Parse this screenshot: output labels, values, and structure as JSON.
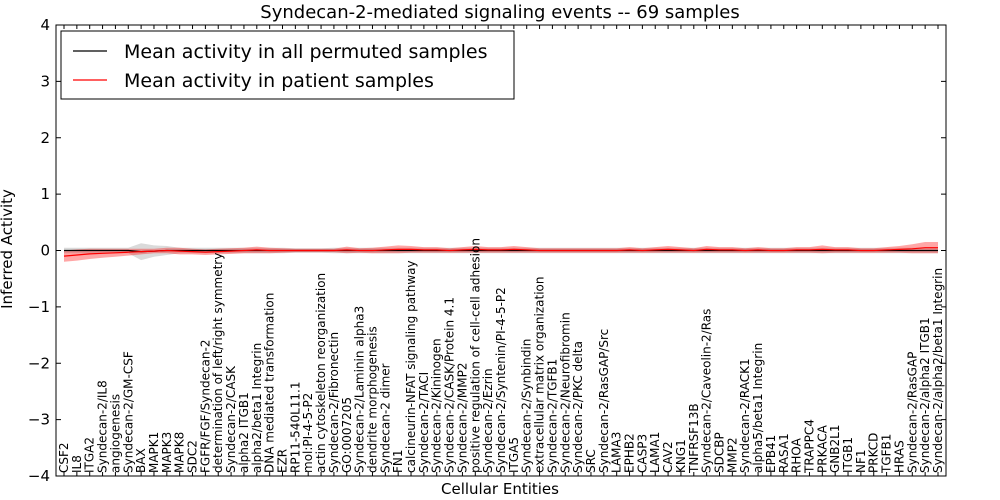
{
  "chart_data": {
    "type": "line",
    "title": "Syndecan-2-mediated signaling events -- 69 samples",
    "xlabel": "Cellular Entities",
    "ylabel": "Inferred Activity",
    "ylim": [
      -4,
      4
    ],
    "yticks": [
      -4,
      -3,
      -2,
      -1,
      0,
      1,
      2,
      3,
      4
    ],
    "ytick_labels": [
      "−4",
      "−3",
      "−2",
      "−1",
      "0",
      "1",
      "2",
      "3",
      "4"
    ],
    "grid": false,
    "legend_position": "top-left",
    "categories": [
      "CSF2",
      "IL8",
      "ITGA2",
      "Syndecan-2/IL8",
      "angiogenesis",
      "Syndecan-2/GM-CSF",
      "BAX",
      "MAPK1",
      "MAPK3",
      "MAPK8",
      "SDC2",
      "FGFR/FGF/Syndecan-2",
      "determination of left/right symmetry",
      "Syndecan-2/CASK",
      "alpha2 ITGB1",
      "alpha2/beta1 Integrin",
      "DNA mediated transformation",
      "EZR",
      "RP11-540L11.1",
      "mol:PI-4-5-P2",
      "actin cytoskeleton reorganization",
      "Syndecan-2/Fibronectin",
      "GO:0007205",
      "Syndecan-2/Laminin alpha3",
      "dendrite morphogenesis",
      "Syndecan-2 dimer",
      "FN1",
      "calcineurin-NFAT signaling pathway",
      "Syndecan-2/TACI",
      "Syndecan-2/Kininogen",
      "Syndecan-2/CASK/Protein 4.1",
      "Syndecan-2/MMP2",
      "positive regulation of cell-cell adhesion",
      "Syndecan-2/Ezrin",
      "Syndecan-2/Syntenin/PI-4-5-P2",
      "ITGA5",
      "Syndecan-2/Synbindin",
      "extracellular matrix organization",
      "Syndecan-2/TGFB1",
      "Syndecan-2/Neurofibromin",
      "Syndecan-2/PKC delta",
      "SRC",
      "Syndecan-2/RasGAP/Src",
      "LAMA3",
      "EPHB2",
      "CASP3",
      "LAMA1",
      "CAV2",
      "KNG1",
      "TNFRSF13B",
      "Syndecan-2/Caveolin-2/Ras",
      "SDCBP",
      "MMP2",
      "Syndecan-2/RACK1",
      "alpha5/beta1 Integrin",
      "EPB41",
      "RASA1",
      "RHOA",
      "TRAPPC4",
      "PRKACA",
      "GNB2L1",
      "ITGB1",
      "NF1",
      "PRKCD",
      "TGFB1",
      "HRAS",
      "Syndecan-2/RasGAP",
      "Syndecan-2/alpha2 ITGB1",
      "Syndecan-2/alpha2/beta1 Integrin"
    ],
    "series": [
      {
        "name": "Mean activity in all permuted samples",
        "color": "#000000",
        "values": [
          0.0,
          0.0,
          0.0,
          0.0,
          0.0,
          0.0,
          -0.02,
          -0.01,
          0.0,
          0.0,
          0.0,
          0.0,
          0.0,
          0.0,
          0.0,
          0.0,
          0.0,
          0.0,
          0.0,
          0.0,
          0.0,
          0.0,
          0.0,
          0.0,
          0.0,
          0.0,
          0.0,
          0.0,
          0.0,
          0.0,
          0.0,
          0.0,
          0.0,
          0.0,
          0.0,
          0.0,
          0.0,
          0.0,
          0.0,
          0.0,
          0.0,
          0.0,
          0.0,
          0.0,
          0.0,
          0.0,
          0.0,
          0.0,
          0.0,
          0.0,
          0.0,
          0.0,
          0.0,
          0.0,
          0.0,
          0.0,
          0.0,
          0.0,
          0.0,
          0.0,
          0.0,
          0.0,
          0.0,
          0.0,
          0.0,
          0.0,
          0.0,
          0.0,
          0.0
        ],
        "band": [
          0.05,
          0.05,
          0.05,
          0.05,
          0.05,
          0.05,
          0.15,
          0.1,
          0.08,
          0.05,
          0.05,
          0.05,
          0.05,
          0.05,
          0.05,
          0.05,
          0.05,
          0.05,
          0.04,
          0.04,
          0.04,
          0.05,
          0.05,
          0.05,
          0.05,
          0.05,
          0.05,
          0.05,
          0.05,
          0.05,
          0.05,
          0.05,
          0.05,
          0.05,
          0.05,
          0.05,
          0.05,
          0.05,
          0.05,
          0.05,
          0.05,
          0.05,
          0.05,
          0.05,
          0.05,
          0.05,
          0.05,
          0.05,
          0.05,
          0.05,
          0.05,
          0.05,
          0.05,
          0.05,
          0.05,
          0.05,
          0.05,
          0.05,
          0.05,
          0.05,
          0.05,
          0.05,
          0.05,
          0.05,
          0.05,
          0.05,
          0.05,
          0.05,
          0.05
        ]
      },
      {
        "name": "Mean activity in patient samples",
        "color": "#ff0000",
        "values": [
          -0.1,
          -0.08,
          -0.06,
          -0.05,
          -0.04,
          -0.03,
          -0.02,
          -0.01,
          0.0,
          -0.01,
          -0.02,
          -0.03,
          -0.02,
          -0.01,
          0.0,
          0.01,
          0.0,
          0.0,
          0.0,
          0.0,
          0.0,
          0.0,
          0.01,
          0.0,
          0.0,
          0.01,
          0.02,
          0.02,
          0.01,
          0.01,
          0.0,
          0.01,
          0.02,
          0.01,
          0.01,
          0.02,
          0.01,
          0.0,
          0.0,
          0.0,
          0.0,
          0.0,
          0.0,
          0.0,
          0.01,
          0.0,
          0.01,
          0.02,
          0.01,
          0.0,
          0.02,
          0.01,
          0.01,
          0.0,
          0.01,
          0.0,
          0.0,
          0.01,
          0.01,
          0.02,
          0.01,
          0.01,
          0.0,
          0.0,
          0.01,
          0.02,
          0.03,
          0.05,
          0.05
        ],
        "band": [
          0.1,
          0.1,
          0.09,
          0.08,
          0.07,
          0.06,
          0.05,
          0.04,
          0.05,
          0.06,
          0.05,
          0.05,
          0.05,
          0.05,
          0.05,
          0.06,
          0.05,
          0.04,
          0.03,
          0.03,
          0.03,
          0.03,
          0.06,
          0.04,
          0.05,
          0.06,
          0.07,
          0.06,
          0.05,
          0.05,
          0.04,
          0.05,
          0.06,
          0.05,
          0.05,
          0.06,
          0.05,
          0.04,
          0.04,
          0.04,
          0.04,
          0.04,
          0.04,
          0.04,
          0.05,
          0.04,
          0.05,
          0.06,
          0.05,
          0.04,
          0.06,
          0.05,
          0.05,
          0.04,
          0.05,
          0.04,
          0.04,
          0.05,
          0.05,
          0.07,
          0.05,
          0.05,
          0.04,
          0.04,
          0.05,
          0.06,
          0.08,
          0.1,
          0.1
        ]
      }
    ]
  }
}
